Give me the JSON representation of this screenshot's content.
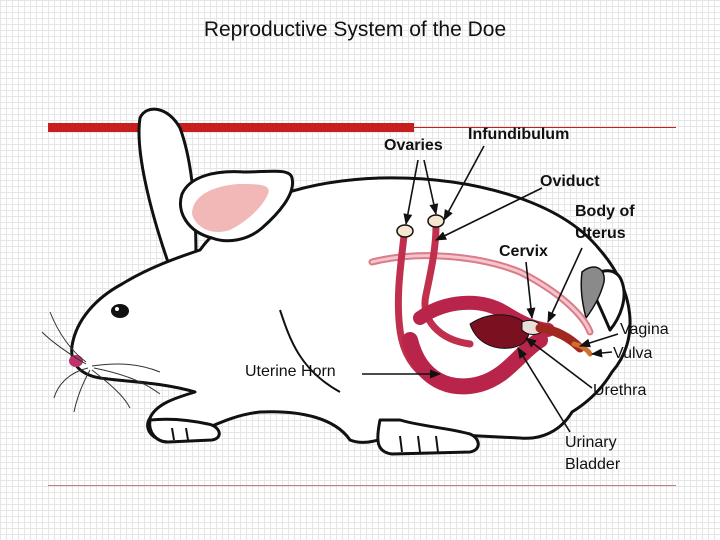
{
  "slide": {
    "title": "Reproductive System of the Doe"
  },
  "labels": {
    "ovaries": "Ovaries",
    "infundibulum": "Infundibulum",
    "oviduct": "Oviduct",
    "body_of_uterus_line1": "Body of",
    "body_of_uterus_line2": "Uterus",
    "cervix": "Cervix",
    "vagina": "Vagina",
    "vulva": "Vulva",
    "uterine_horn": "Uterine Horn",
    "urethra": "Urethra",
    "urinary_bladder_line1": "Urinary",
    "urinary_bladder_line2": "Bladder"
  },
  "colors": {
    "accent_red": "#c81e1e",
    "uterus": "#b8244a",
    "uterus_dark": "#7a1020",
    "ear_inner": "#f2b8b8",
    "nose": "#c0306a"
  }
}
